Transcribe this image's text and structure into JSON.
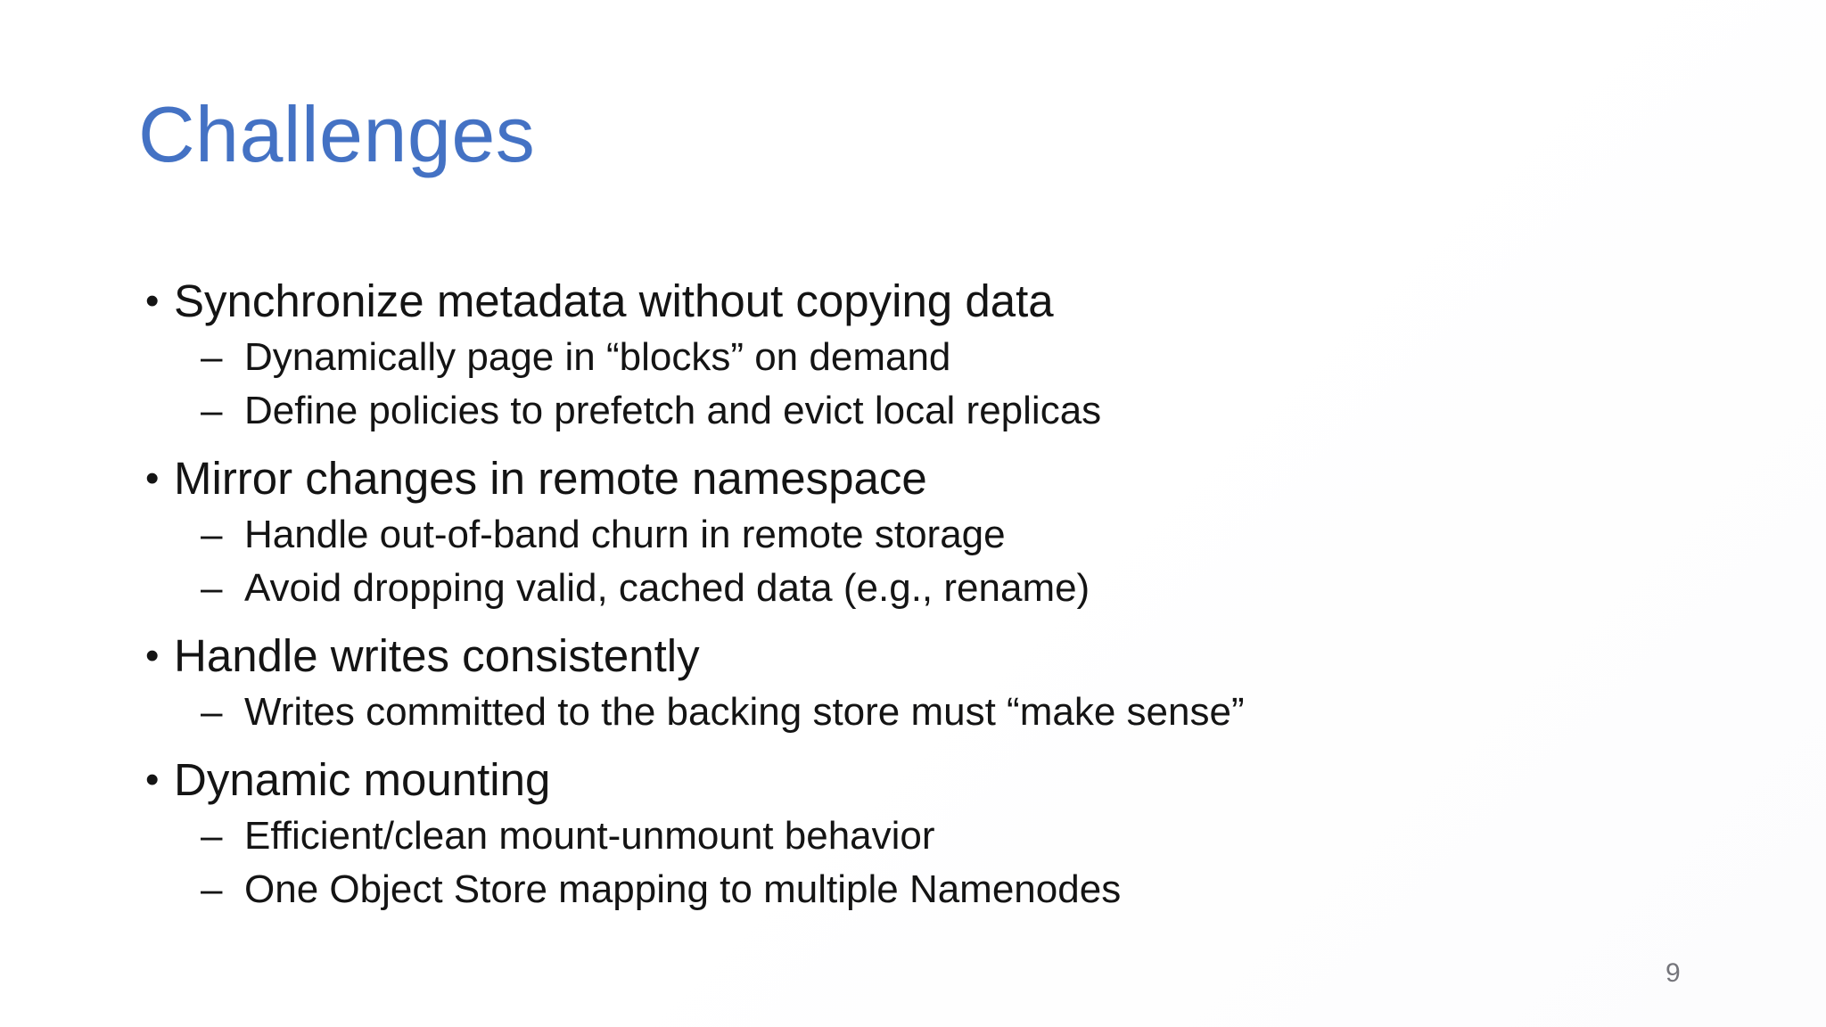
{
  "slide": {
    "title": "Challenges",
    "title_color": "#4472C4",
    "background_color": "#FFFFFF",
    "body_text_color": "#141414",
    "page_number": "9",
    "page_number_color": "#75757B",
    "markers": {
      "bullet": "•",
      "dash": "–"
    },
    "items": [
      {
        "text": "Synchronize metadata without copying data",
        "subs": [
          "Dynamically page in “blocks” on demand",
          "Define policies to prefetch and evict local replicas"
        ]
      },
      {
        "text": "Mirror changes in remote namespace",
        "subs": [
          "Handle out-of-band churn in remote storage",
          "Avoid dropping valid, cached data (e.g., rename)"
        ]
      },
      {
        "text": "Handle writes consistently",
        "subs": [
          "Writes committed to the backing store must “make sense”"
        ]
      },
      {
        "text": "Dynamic mounting",
        "subs": [
          "Efficient/clean mount-unmount behavior",
          "One Object Store mapping to multiple Namenodes"
        ]
      }
    ]
  }
}
